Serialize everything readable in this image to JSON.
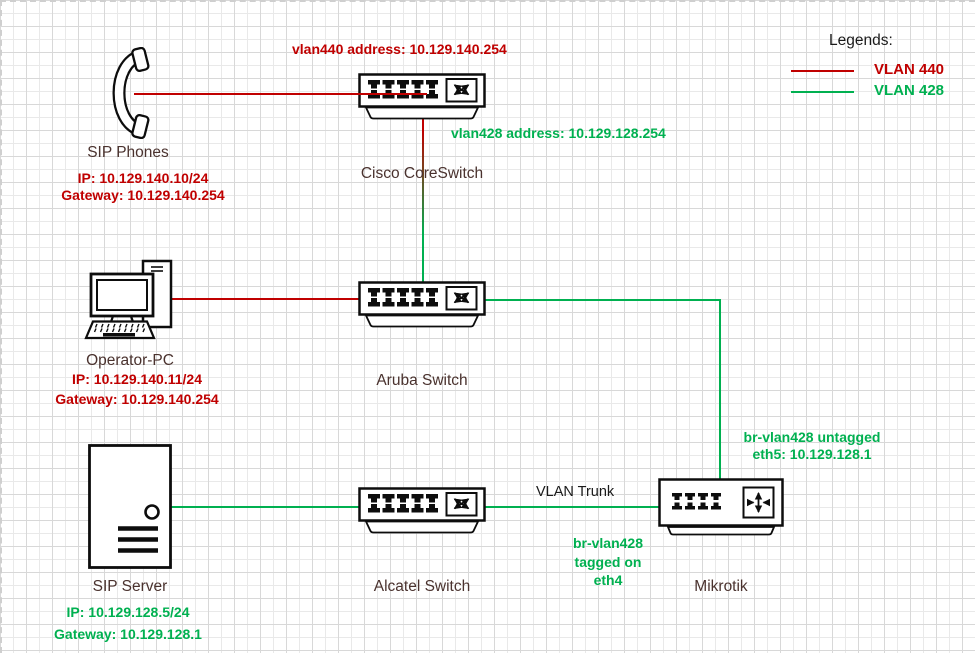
{
  "colors": {
    "vlan440": "#c00000",
    "vlan428": "#00b050",
    "node_label": "#4a322e",
    "text": "#1a1a1a"
  },
  "legend": {
    "title": "Legends:",
    "items": [
      {
        "label": "VLAN 440",
        "color": "#c00000"
      },
      {
        "label": "VLAN 428",
        "color": "#00b050"
      }
    ]
  },
  "nodes": {
    "sip_phones": {
      "label": "SIP Phones",
      "ip": "IP: 10.129.140.10/24",
      "gateway": "Gateway: 10.129.140.254"
    },
    "cisco": {
      "label": "Cisco CoreSwitch",
      "vlan440_address": "vlan440 address: 10.129.140.254",
      "vlan428_address": "vlan428 address: 10.129.128.254"
    },
    "operator_pc": {
      "label": "Operator-PC",
      "ip": "IP: 10.129.140.11/24",
      "gateway": "Gateway: 10.129.140.254"
    },
    "aruba": {
      "label": "Aruba Switch"
    },
    "sip_server": {
      "label": "SIP Server",
      "ip": "IP: 10.129.128.5/24",
      "gateway": "Gateway: 10.129.128.1"
    },
    "alcatel": {
      "label": "Alcatel Switch"
    },
    "mikrotik": {
      "label": "Mikrotik"
    }
  },
  "links": {
    "vlan_trunk_label": "VLAN Trunk",
    "untagged_line1": "br-vlan428 untagged",
    "untagged_line2": "eth5: 10.129.128.1",
    "tagged_line1": "br-vlan428",
    "tagged_line2": "tagged on",
    "tagged_line3": "eth4"
  }
}
